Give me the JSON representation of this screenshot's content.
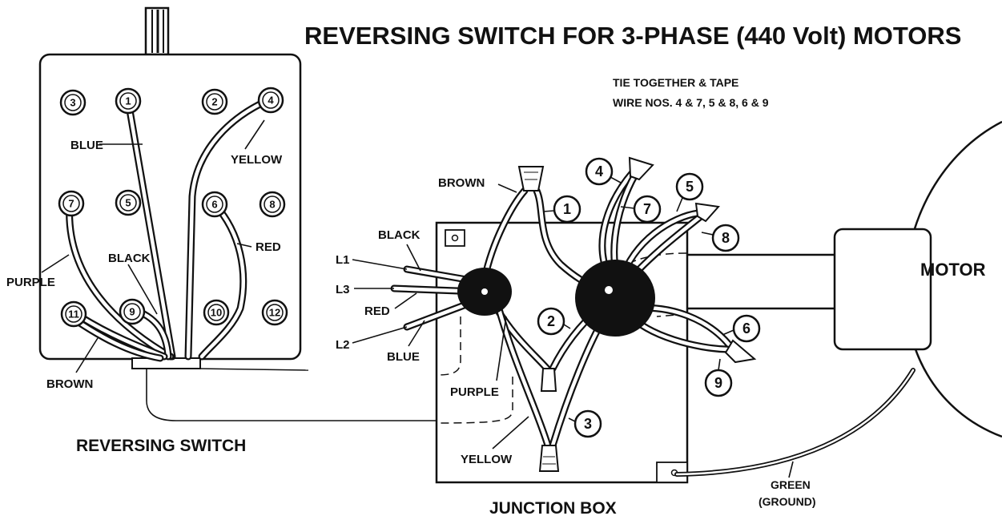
{
  "title": "REVERSING SWITCH FOR 3-PHASE (440 Volt) MOTORS",
  "note": {
    "line1": "TIE TOGETHER & TAPE",
    "line2": "WIRE NOS. 4 & 7, 5 & 8, 6 & 9"
  },
  "switch": {
    "caption": "REVERSING SWITCH",
    "terminals": [
      "3",
      "1",
      "2",
      "4",
      "7",
      "5",
      "6",
      "8",
      "11",
      "9",
      "10",
      "12"
    ],
    "labels": {
      "blue": "BLUE",
      "yellow": "YELLOW",
      "purple": "PURPLE",
      "black": "BLACK",
      "red": "RED",
      "brown": "BROWN"
    }
  },
  "junction": {
    "caption": "JUNCTION BOX",
    "labels": {
      "brown": "BROWN",
      "black": "BLACK",
      "l1": "L1",
      "l3": "L3",
      "red": "RED",
      "l2": "L2",
      "blue": "BLUE",
      "purple": "PURPLE",
      "yellow": "YELLOW"
    },
    "wire_numbers": [
      "1",
      "2",
      "3",
      "4",
      "5",
      "6",
      "7",
      "8",
      "9"
    ]
  },
  "motor": {
    "label": "MOTOR"
  },
  "ground": {
    "line1": "GREEN",
    "line2": "(GROUND)"
  }
}
